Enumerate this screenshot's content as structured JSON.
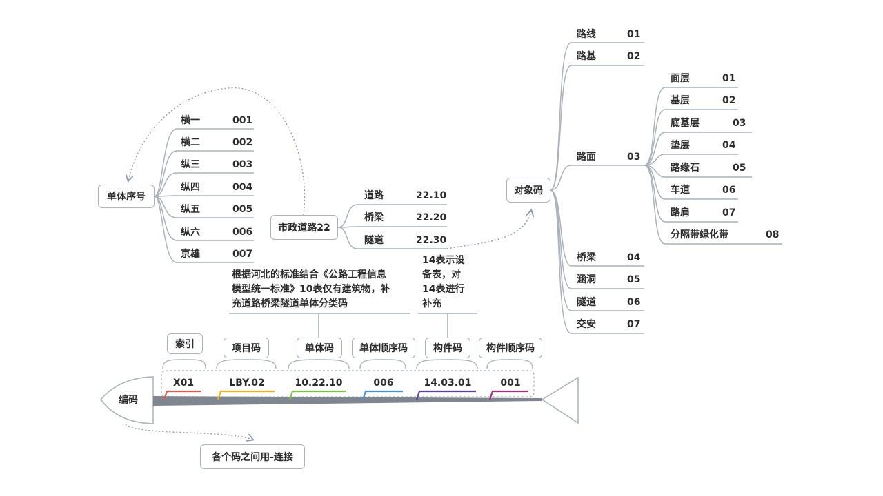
{
  "fish": {
    "head": "编码",
    "segments": [
      {
        "label": "索引",
        "code": "X01",
        "color": "#e2574c"
      },
      {
        "label": "项目码",
        "code": "LBY.02",
        "color": "#f2b01e"
      },
      {
        "label": "单体码",
        "code": "10.22.10",
        "color": "#7bc043"
      },
      {
        "label": "单体顺序码",
        "code": "006",
        "color": "#4a90d9"
      },
      {
        "label": "构件码",
        "code": "14.03.01",
        "color": "#5b3fa3"
      },
      {
        "label": "构件顺序码",
        "code": "001",
        "color": "#a0307a"
      }
    ],
    "connector_note": "各个码之间用-连接"
  },
  "notes": {
    "unit_note": [
      "根据河北的标准结合《公路工程信息",
      "模型统一标准》10表仅有建筑物，补",
      "充道路桥梁隧道单体分类码"
    ],
    "component_note": [
      "14表示设",
      "备表，对",
      "14表进行",
      "补充"
    ]
  },
  "unit_seq": {
    "title": "单体序号",
    "items": [
      {
        "name": "横一",
        "code": "001"
      },
      {
        "name": "横二",
        "code": "002"
      },
      {
        "name": "纵三",
        "code": "003"
      },
      {
        "name": "纵四",
        "code": "004"
      },
      {
        "name": "纵五",
        "code": "005"
      },
      {
        "name": "纵六",
        "code": "006"
      },
      {
        "name": "京雄",
        "code": "007"
      }
    ]
  },
  "municipal": {
    "title": "市政道路22",
    "items": [
      {
        "name": "道路",
        "code": "22.10"
      },
      {
        "name": "桥梁",
        "code": "22.20"
      },
      {
        "name": "隧道",
        "code": "22.30"
      }
    ]
  },
  "object_code": {
    "title": "对象码",
    "items": [
      {
        "name": "路线",
        "code": "01"
      },
      {
        "name": "路基",
        "code": "02"
      },
      {
        "name": "路面",
        "code": "03"
      },
      {
        "name": "桥梁",
        "code": "04"
      },
      {
        "name": "涵洞",
        "code": "05"
      },
      {
        "name": "隧道",
        "code": "06"
      },
      {
        "name": "交安",
        "code": "07"
      }
    ]
  },
  "pavement": {
    "items": [
      {
        "name": "面层",
        "code": "01"
      },
      {
        "name": "基层",
        "code": "02"
      },
      {
        "name": "底基层",
        "code": "03"
      },
      {
        "name": "垫层",
        "code": "04"
      },
      {
        "name": "路缘石",
        "code": "05"
      },
      {
        "name": "车道",
        "code": "06"
      },
      {
        "name": "路肩",
        "code": "07"
      },
      {
        "name": "分隔带绿化带",
        "code": "08"
      }
    ]
  },
  "colors": {
    "line": "#aab2bd",
    "spine": "#8a9099",
    "dotted": "#8f9bb3"
  }
}
